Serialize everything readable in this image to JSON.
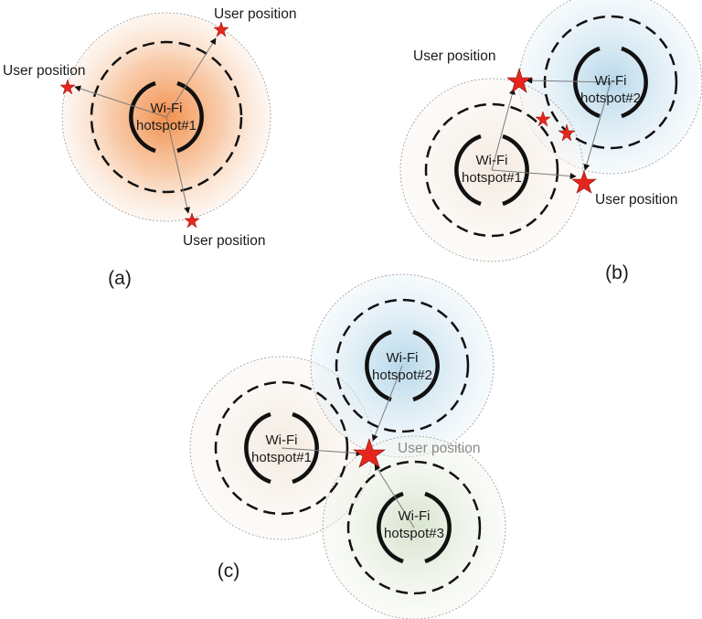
{
  "labels": {
    "wifi": "Wi-Fi",
    "hotspot_1": "hotspot#1",
    "hotspot_2": "hotspot#2",
    "hotspot_3": "hotspot#3",
    "user_position": "User position"
  },
  "panels": {
    "a": "(a)",
    "b": "(b)",
    "c": "(c)"
  },
  "colors": {
    "hotspot_1_fill": "#f07a2a",
    "hotspot_1_faint_fill": "#f3e7dc",
    "hotspot_2_fill": "#a8d0e6",
    "hotspot_3_fill": "#cfdcc2",
    "star": "#e8251c",
    "faded_label": "#8a8a8a"
  }
}
